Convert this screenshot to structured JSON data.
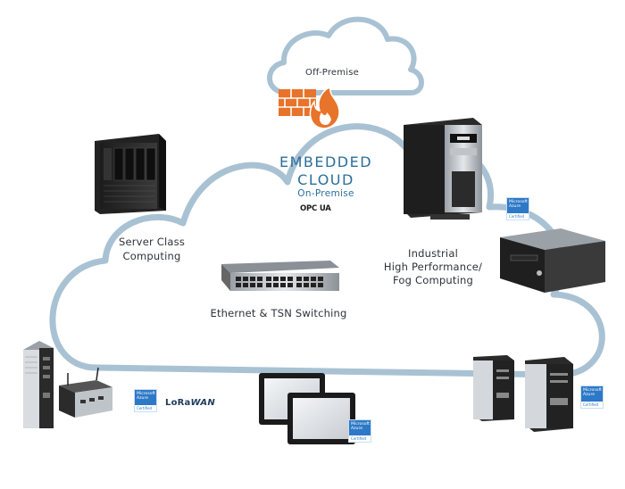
{
  "labels": {
    "off_premise": "Off-Premise",
    "title_line1": "EMBEDDED",
    "title_line2": "CLOUD",
    "on_premise": "On-Premise",
    "opc": "OPC UA",
    "server_line1": "Server Class",
    "server_line2": "Computing",
    "industrial_line1": "Industrial",
    "industrial_line2": "High Performance/",
    "industrial_line3": "Fog Computing",
    "ethernet": "Ethernet & TSN Switching",
    "lorawan_lo": "Lo",
    "lorawan_ra": "Ra",
    "lorawan_wan": "WAN"
  },
  "badges": [
    {
      "line1": "Microsoft",
      "line2": "Azure",
      "cert": "Certified"
    },
    {
      "line1": "Microsoft",
      "line2": "Azure",
      "cert": "Certified"
    },
    {
      "line1": "Microsoft",
      "line2": "Azure",
      "cert": "Certified"
    },
    {
      "line1": "Microsoft",
      "line2": "Azure",
      "cert": "Certified"
    }
  ],
  "colors": {
    "cloud_outline": "#a9c2d3",
    "accent_blue": "#2a6f9a",
    "firewall_orange": "#e8732a",
    "azure_blue": "#2d79c7"
  },
  "icons": [
    "firewall-icon",
    "server-rack-icon",
    "tower-server-icon",
    "network-switch-icon",
    "panel-pc-icon"
  ]
}
